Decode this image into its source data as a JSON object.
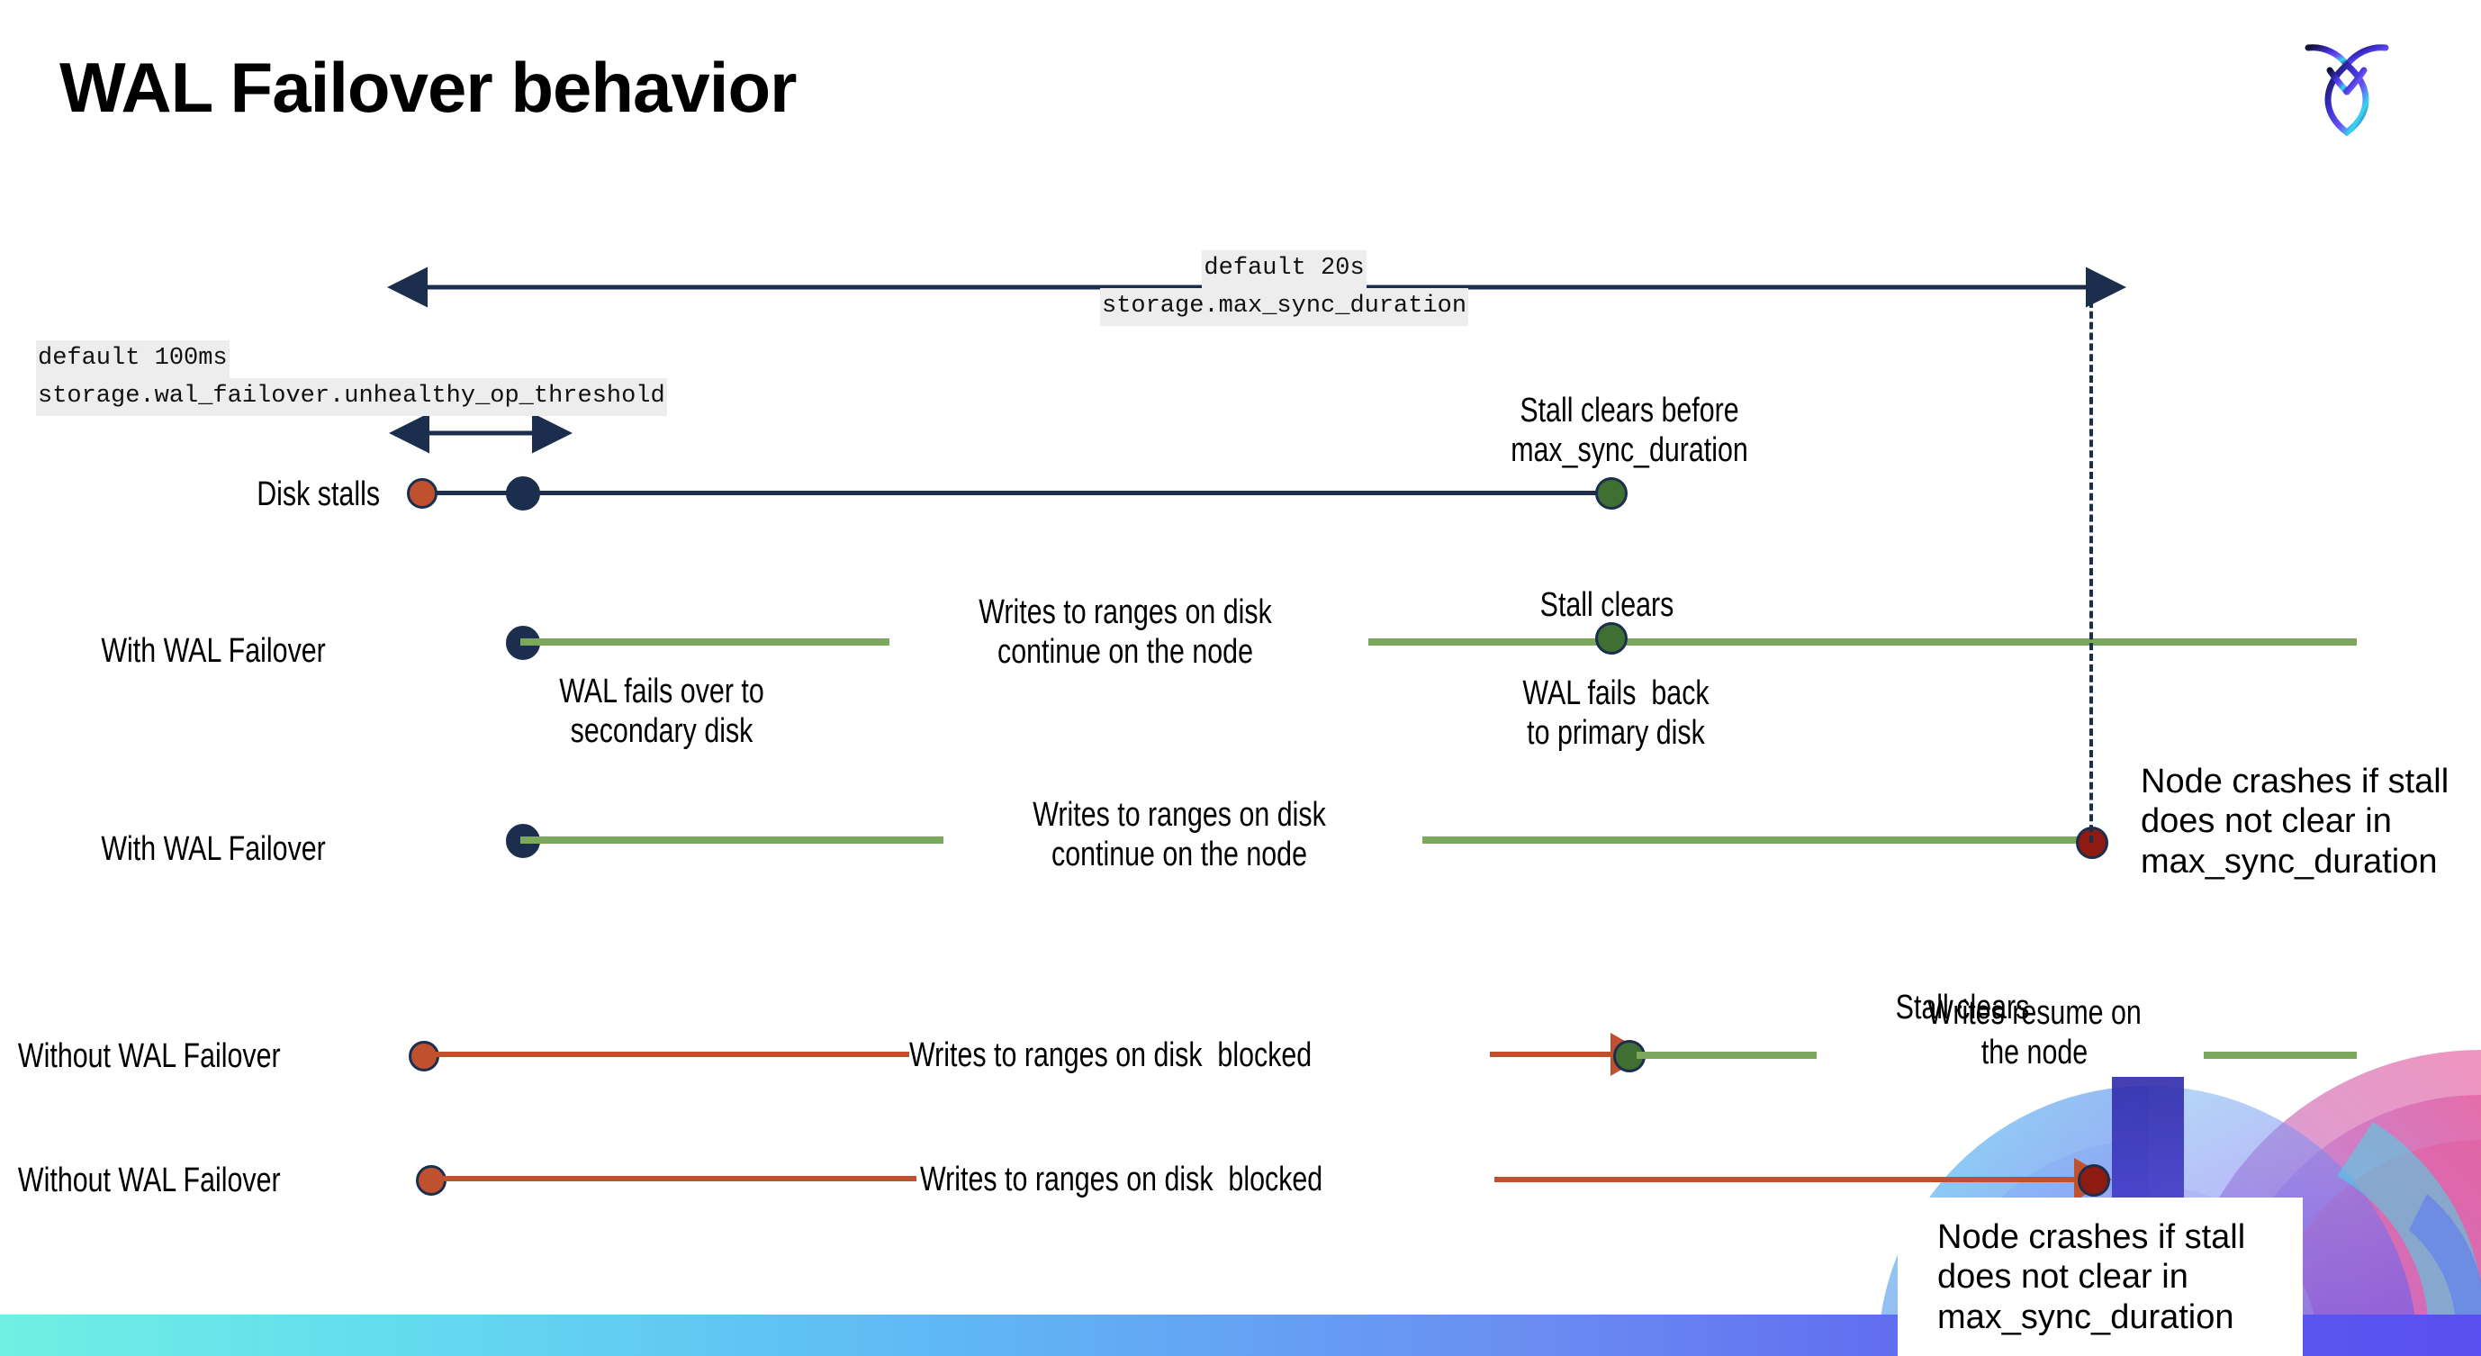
{
  "slide": {
    "title": "WAL Failover behavior",
    "logo_icon": "cockroachdb-logo-icon",
    "accent_colors": {
      "navy": "#1C2E4E",
      "orange": "#C0512F",
      "green_line": "#7BA85C",
      "green_dot": "#3F7031",
      "dark_red": "#8F1A12",
      "code_bg": "#EDEDED",
      "bottom_bar_from": "#6FF0E3",
      "bottom_bar_to": "#5A4FF0"
    }
  },
  "settings": {
    "max_sync": {
      "default": "default 20s",
      "name": "storage.max_sync_duration"
    },
    "unhealthy_op": {
      "default": "default 100ms",
      "name": "storage.wal_failover.unhealthy_op_threshold"
    }
  },
  "rows": {
    "disk_stalls": {
      "label": "Disk stalls",
      "annotation": "Stall clears before\nmax_sync_duration"
    },
    "with_failover_1": {
      "label": "With WAL Failover",
      "start_note": "WAL fails over to\nsecondary disk",
      "middle_note": "Writes to ranges on disk\ncontinue on the node",
      "clear_note": "Stall clears",
      "back_note": "WAL fails  back\nto primary disk"
    },
    "with_failover_2": {
      "label": "With WAL Failover",
      "middle_note": "Writes to ranges on disk\ncontinue on the node",
      "crash_note": "Node crashes if stall\ndoes not clear in\nmax_sync_duration"
    },
    "without_failover_1": {
      "label": "Without WAL Failover",
      "blocked_note": "Writes to ranges on disk  blocked",
      "clear_note": "Stall clears",
      "resume_note": "Writes resume on\nthe node"
    },
    "without_failover_2": {
      "label": "Without WAL Failover",
      "blocked_note": "Writes to ranges on disk  blocked",
      "crash_note": "Node crashes if stall\ndoes not clear in\nmax_sync_duration"
    }
  }
}
